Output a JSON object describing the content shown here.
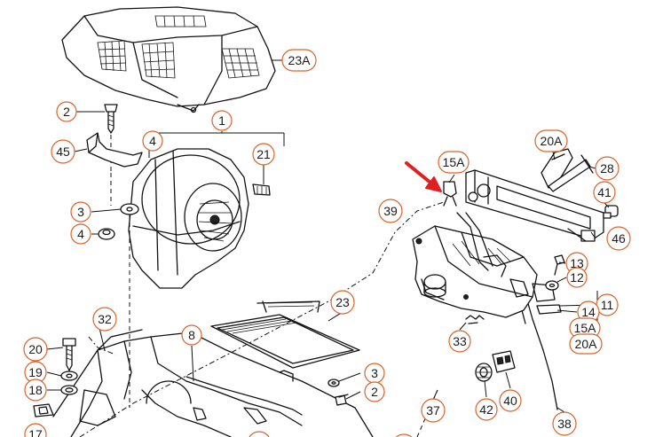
{
  "callouts": {
    "c23a": "23A",
    "c2a": "2",
    "c1": "1",
    "c4a": "4",
    "c45": "45",
    "c21": "21",
    "c3a": "3",
    "c4b": "4",
    "c39": "39",
    "c15a_top": "15A",
    "c20a_top": "20A",
    "c28": "28",
    "c41": "41",
    "c46": "46",
    "c13": "13",
    "c12": "12",
    "c11": "11",
    "c14": "14",
    "c15a_bot": "15A",
    "c20a_bot": "20A",
    "c32": "32",
    "c23": "23",
    "c8": "8",
    "c20": "20",
    "c19": "19",
    "c18": "18",
    "c17": "17",
    "c33": "33",
    "c3b": "3",
    "c2b": "2",
    "c37": "37",
    "c42": "42",
    "c40": "40",
    "c38": "38"
  },
  "colors": {
    "callout_ring": "#d9642a",
    "arrow": "#e02020",
    "line": "#111111"
  }
}
